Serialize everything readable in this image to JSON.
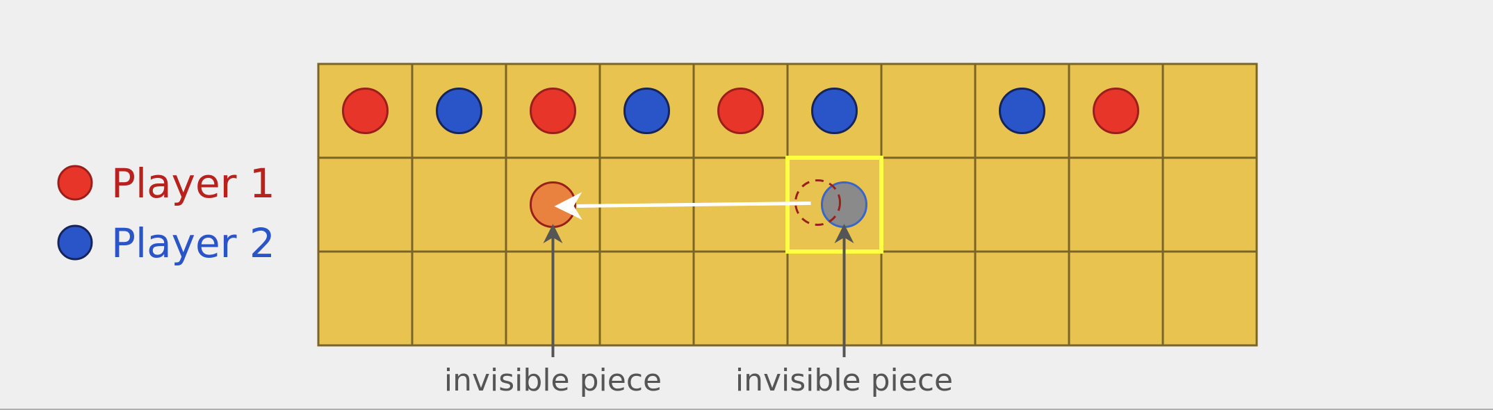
{
  "colors": {
    "background": "#efefef",
    "board_fill": "#e8c350",
    "grid_line": "#7a6426",
    "player1": "#e8352a",
    "player1_border": "#9a1f1a",
    "player1_text": "#b8221c",
    "player2": "#2a55c8",
    "player2_border": "#16245a",
    "player2_text": "#2a55c8",
    "highlight": "#ffff44",
    "invisible_red": "#e8823e",
    "invisible_blue": "#8a8a8a",
    "invisible_blue_border": "#3a66c8",
    "ghost_outline": "#9a1f1a",
    "move_arrow": "#ffffff",
    "annotation": "#555555"
  },
  "legend": [
    {
      "label": "Player 1",
      "player": "player1"
    },
    {
      "label": "Player 2",
      "player": "player2"
    }
  ],
  "board": {
    "rows": 3,
    "cols": 10,
    "pieces": [
      {
        "row": 0,
        "col": 0,
        "player": "player1"
      },
      {
        "row": 0,
        "col": 1,
        "player": "player2"
      },
      {
        "row": 0,
        "col": 2,
        "player": "player1"
      },
      {
        "row": 0,
        "col": 3,
        "player": "player2"
      },
      {
        "row": 0,
        "col": 4,
        "player": "player1"
      },
      {
        "row": 0,
        "col": 5,
        "player": "player2"
      },
      {
        "row": 0,
        "col": 7,
        "player": "player2"
      },
      {
        "row": 0,
        "col": 8,
        "player": "player1"
      }
    ],
    "highlight_cell": {
      "row": 1,
      "col": 5
    },
    "invisible_pieces": [
      {
        "row": 1,
        "col": 2,
        "player": "player1",
        "label": "invisible piece"
      },
      {
        "row": 1,
        "col": 5,
        "player": "player2",
        "label": "invisible piece"
      }
    ],
    "ghost_piece": {
      "row": 1,
      "col": 5,
      "player": "player1"
    },
    "move": {
      "from": {
        "row": 1,
        "col": 5
      },
      "to": {
        "row": 1,
        "col": 2
      }
    }
  }
}
